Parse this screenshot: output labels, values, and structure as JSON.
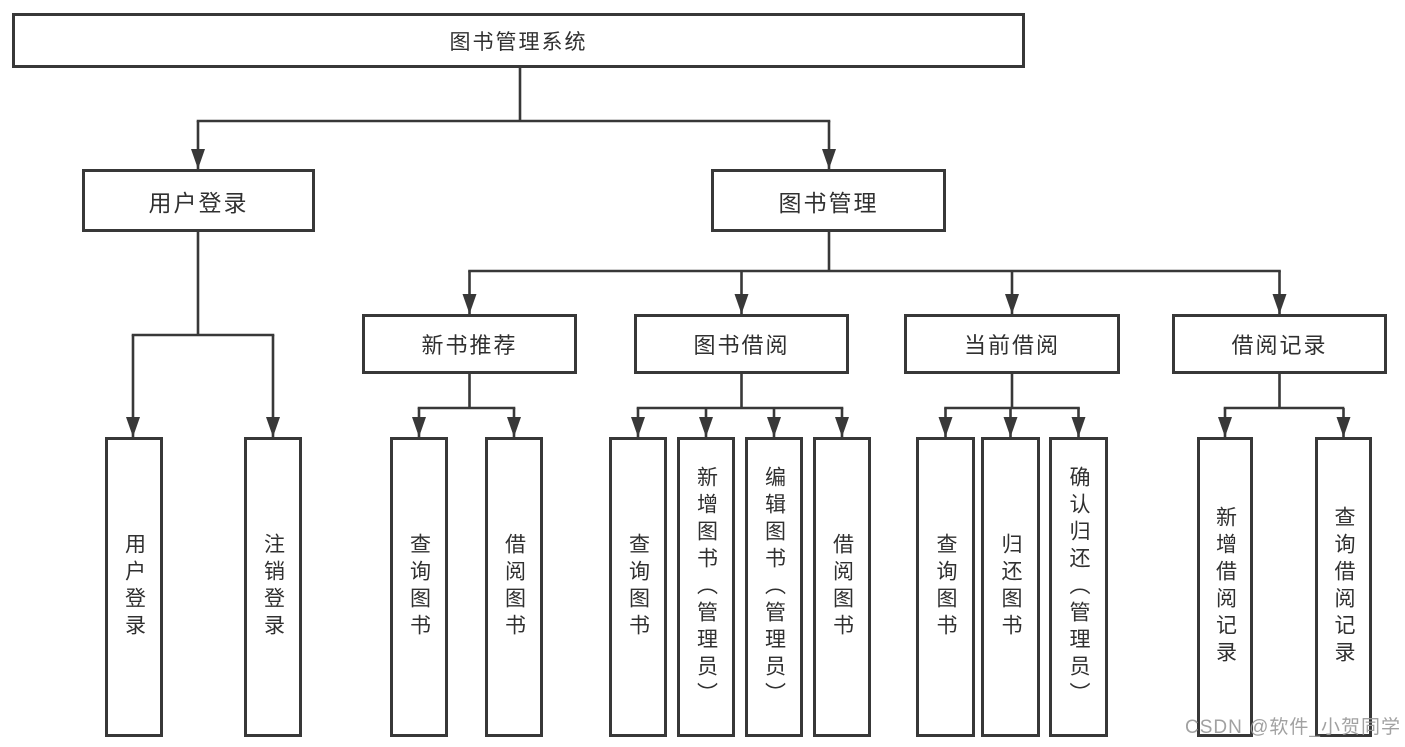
{
  "colors": {
    "line": "#383838",
    "box_border": "#383838",
    "box_fill": "#ffffff",
    "text": "#303030",
    "watermark": "#999999"
  },
  "watermark": {
    "text": "CSDN @软件_小贺同学"
  },
  "tree": {
    "root": {
      "label": "图书管理系统"
    },
    "branches": [
      {
        "label": "用户登录",
        "children": [
          {
            "label": "用户登录"
          },
          {
            "label": "注销登录"
          }
        ]
      },
      {
        "label": "图书管理",
        "children": [
          {
            "label": "新书推荐",
            "children": [
              {
                "label": "查询图书"
              },
              {
                "label": "借阅图书"
              }
            ]
          },
          {
            "label": "图书借阅",
            "children": [
              {
                "label": "查询图书"
              },
              {
                "label": "新增图书（管理员）"
              },
              {
                "label": "编辑图书（管理员）"
              },
              {
                "label": "借阅图书"
              }
            ]
          },
          {
            "label": "当前借阅",
            "children": [
              {
                "label": "查询图书"
              },
              {
                "label": "归还图书"
              },
              {
                "label": "确认归还（管理员）"
              }
            ]
          },
          {
            "label": "借阅记录",
            "children": [
              {
                "label": "新增借阅记录"
              },
              {
                "label": "查询借阅记录"
              }
            ]
          }
        ]
      }
    ]
  }
}
